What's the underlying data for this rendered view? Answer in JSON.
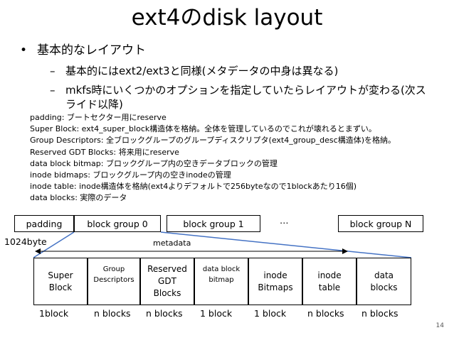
{
  "slide": {
    "title": "ext4のdisk layout",
    "bullet": "基本的なレイアウト",
    "subbullets": [
      "基本的にはext2/ext3と同様(メタデータの中身は異なる)",
      "mkfs時にいくつかのオプションを指定していたらレイアウトが変わる(次ス",
      "ライド以降)"
    ],
    "details": [
      "padding: ブートセクター用にreserve",
      "Super Block: ext4_super_block構造体を格納。全体を管理しているのでこれが壊れるとまずい。",
      "Group Descriptors: 全ブロックグループのグループディスクリプタ(ext4_group_desc構造体)を格納。",
      "Reserved GDT Blocks: 将来用にreserve",
      "data block bitmap: ブロックグループ内の空きデータブロックの管理",
      "inode bidmaps: ブロックグループ内の空きinodeの管理",
      "inode table: inode構造体を格納(ext4よりデフォルトで256byteなので1blockあたり16個)",
      "data blocks: 実際のデータ"
    ],
    "page_number": "14"
  },
  "diagram": {
    "top_row": [
      "padding",
      "block group 0",
      "block group 1",
      "…",
      "block group N"
    ],
    "padding_size": "1024byte",
    "metadata_label": "metadata",
    "group_parts": [
      [
        "Super",
        "Block"
      ],
      [
        "Group",
        "Descriptors"
      ],
      [
        "Reserved",
        "GDT",
        "Blocks"
      ],
      [
        "data block",
        "bitmap"
      ],
      [
        "inode",
        "Bitmaps"
      ],
      [
        "inode",
        "table"
      ],
      [
        "data",
        "blocks"
      ]
    ],
    "sizes": [
      "1block",
      "n blocks",
      "n blocks",
      "1 block",
      "1 block",
      "n blocks",
      "n blocks"
    ],
    "line_color": "#000000",
    "connector_color": "#4472c4"
  }
}
